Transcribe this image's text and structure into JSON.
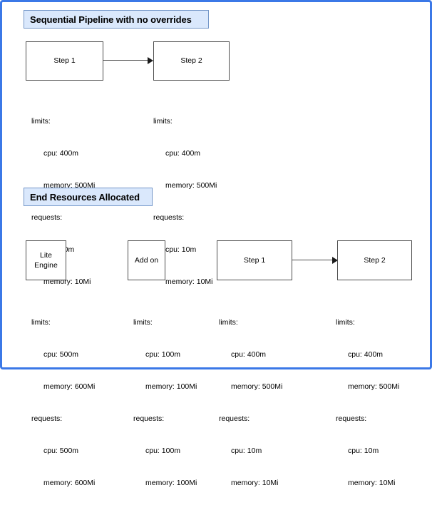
{
  "theme": {
    "canvas_border": "#3b78e7",
    "banner_fill": "#dae8fc",
    "banner_border": "#7396c8",
    "node_border": "#4d4d4d",
    "background": "#ffffff"
  },
  "sections": [
    {
      "banner": "Sequential Pipeline with no overrides",
      "nodes": [
        {
          "label": "Step 1"
        },
        {
          "label": "Step 2"
        }
      ],
      "specs": [
        {
          "limits_key": "limits:",
          "limits_cpu": "cpu: 400m",
          "limits_memory": "memory: 500Mi",
          "requests_key": "requests:",
          "requests_cpu": "cpu: 10m",
          "requests_memory": "memory: 10Mi"
        },
        {
          "limits_key": "limits:",
          "limits_cpu": "cpu: 400m",
          "limits_memory": "memory: 500Mi",
          "requests_key": "requests:",
          "requests_cpu": "cpu: 10m",
          "requests_memory": "memory: 10Mi"
        }
      ]
    },
    {
      "banner": "End Resources Allocated",
      "nodes": [
        {
          "line1": "Lite",
          "line2": "Engine"
        },
        {
          "label": "Add on"
        },
        {
          "label": "Step 1"
        },
        {
          "label": "Step 2"
        }
      ],
      "specs": [
        {
          "limits_key": "limits:",
          "limits_cpu": "cpu: 500m",
          "limits_memory": "memory: 600Mi",
          "requests_key": "requests:",
          "requests_cpu": "cpu: 500m",
          "requests_memory": "memory: 600Mi"
        },
        {
          "limits_key": "limits:",
          "limits_cpu": "cpu: 100m",
          "limits_memory": "memory: 100Mi",
          "requests_key": "requests:",
          "requests_cpu": "cpu: 100m",
          "requests_memory": "memory: 100Mi"
        },
        {
          "limits_key": "limits:",
          "limits_cpu": "cpu: 400m",
          "limits_memory": "memory: 500Mi",
          "requests_key": "requests:",
          "requests_cpu": "cpu: 10m",
          "requests_memory": "memory: 10Mi"
        },
        {
          "limits_key": "limits:",
          "limits_cpu": "cpu: 400m",
          "limits_memory": "memory: 500Mi",
          "requests_key": "requests:",
          "requests_cpu": "cpu: 10m",
          "requests_memory": "memory: 10Mi"
        }
      ]
    }
  ]
}
